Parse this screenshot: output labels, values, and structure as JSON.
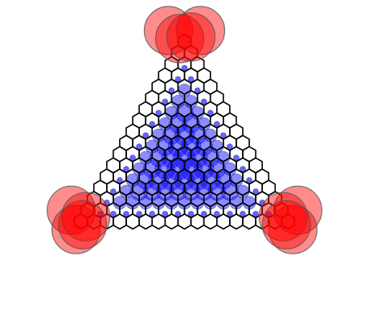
{
  "figure": {
    "kind": "triangular graphene flake with orbital density spheres",
    "lattice": {
      "type": "honeycomb",
      "shape": "triangle",
      "hexagons_per_side": 17,
      "bond_color": "#000000"
    },
    "edge_state_color": "#ff0000",
    "bulk_state_color": "#0000ff",
    "corner_clusters": [
      {
        "corner": "top",
        "count": 4
      },
      {
        "corner": "bottom-left",
        "count": 4
      },
      {
        "corner": "bottom-right",
        "count": 4
      }
    ],
    "bulk_region": {
      "shape": "triangle-inset",
      "fill": "#0000ff"
    }
  }
}
